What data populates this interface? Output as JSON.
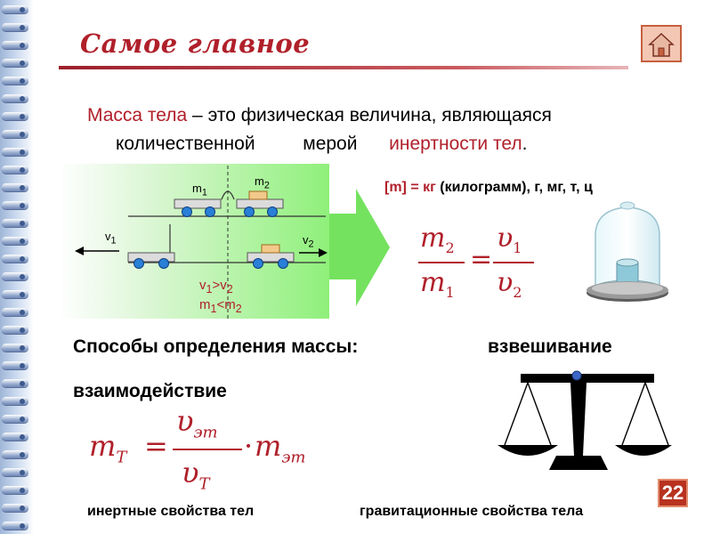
{
  "header": {
    "title": "Самое главное"
  },
  "definition": {
    "term": "Масса тела",
    "rest1": " – это физическая величина, являющаяся",
    "word1": "количественной",
    "word2": "мерой",
    "term2": "инертности тел",
    "period": "."
  },
  "diagram": {
    "m1": "m",
    "m1_sub": "1",
    "m2": "m",
    "m2_sub": "2",
    "v1": "v",
    "v1_sub": "1",
    "v2": "v",
    "v2_sub": "2",
    "rel1": "v",
    "rel1_sub_a": "1",
    "rel1_mid": ">v",
    "rel1_sub_b": "2",
    "rel2": "m",
    "rel2_sub_a": "1",
    "rel2_mid": "<m",
    "rel2_sub_b": "2"
  },
  "units": {
    "label": "[m] = кг",
    "list": "(килограмм), г, мг, т, ц"
  },
  "formula1": {
    "num_left": "m",
    "num_left_sub": "2",
    "den_left": "m",
    "den_left_sub": "1",
    "equals": "=",
    "num_right": "υ",
    "num_right_sub": "1",
    "den_right": "υ",
    "den_right_sub": "2"
  },
  "methods": {
    "heading": "Способы определения массы:",
    "weighing": "взвешивание",
    "interaction": "взаимодействие"
  },
  "formula2": {
    "lhs": "m",
    "lhs_sub": "T",
    "equals": "=",
    "num": "υ",
    "num_sub": "эт",
    "den": "υ",
    "den_sub": "T",
    "dot": "·",
    "rhs": "m",
    "rhs_sub": "эт"
  },
  "footer": {
    "inert": "инертные свойства тел",
    "grav": "гравитационные свойства тела",
    "page": "22"
  },
  "colors": {
    "accent": "#b0202a",
    "arrow": "#74e25f",
    "cart": "#2a7fd6"
  }
}
